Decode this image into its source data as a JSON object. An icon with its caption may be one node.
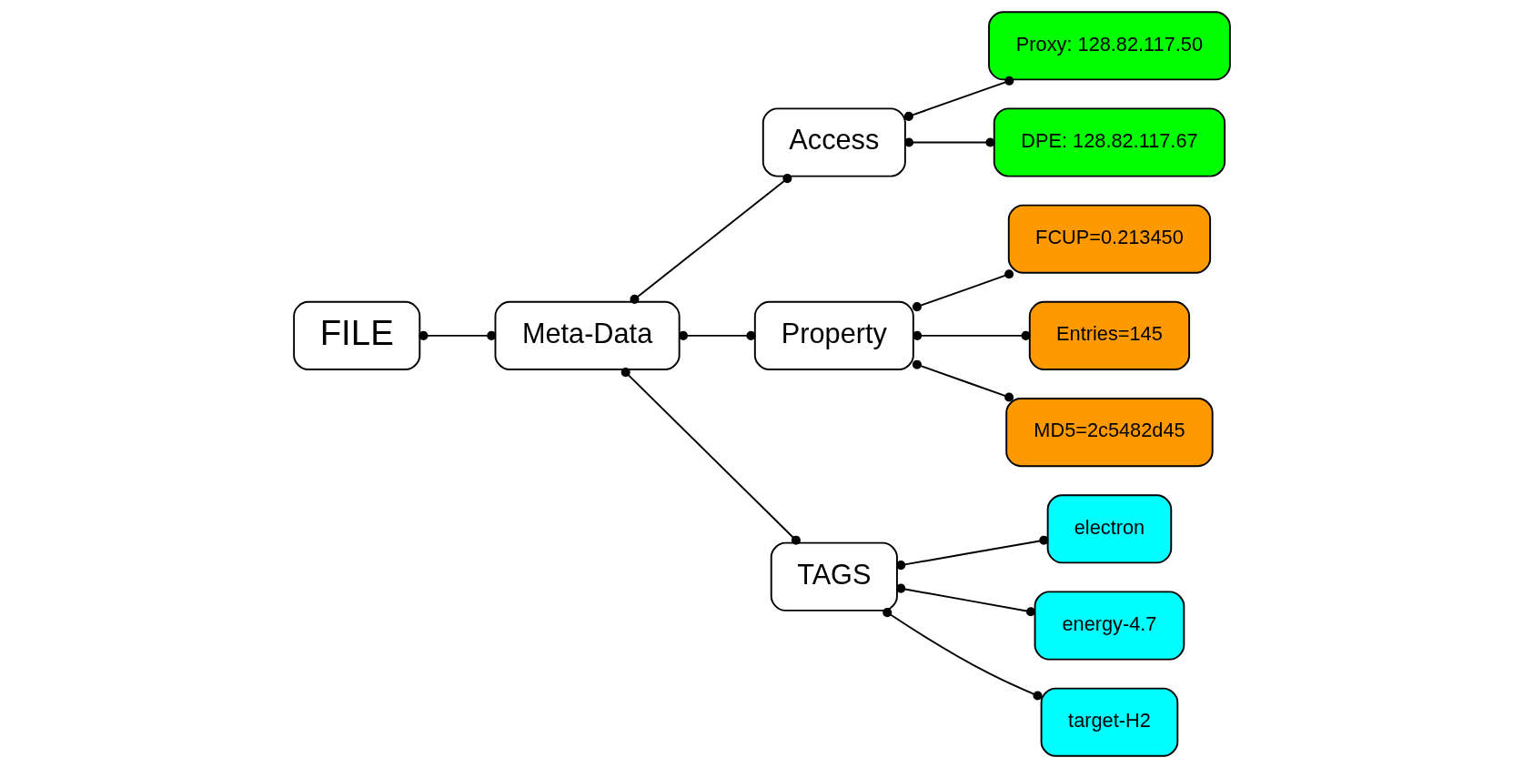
{
  "diagram": {
    "nodes": [
      {
        "text": [
          "FILE"
        ]
      },
      {
        "text": [
          "Meta-Data"
        ]
      },
      {
        "text": [
          "Access"
        ]
      },
      {
        "text": [
          "Proxy: 128.82.117.50"
        ]
      },
      {
        "text": [
          "DPE: 128.82.117.67"
        ]
      },
      {
        "text": [
          "Property"
        ]
      },
      {
        "text": [
          "TAGS"
        ]
      },
      {
        "text": [
          "electron"
        ]
      },
      {
        "text": [
          "energy-4.7"
        ]
      },
      {
        "text": [
          "target-H2"
        ]
      },
      {
        "text": [
          "FCUP=0.213450"
        ]
      },
      {
        "text": [
          "Entries=145"
        ]
      },
      {
        "text": [
          "MD5=2c5482d45"
        ]
      }
    ],
    "edges": [
      {
        "from": 0,
        "to": 1,
        "arrow": "other"
      },
      {
        "from": 1,
        "to": 2,
        "arrow": "other"
      },
      {
        "from": 2,
        "to": 3,
        "arrow": "other"
      },
      {
        "from": 2,
        "to": 4,
        "arrow": "other"
      },
      {
        "from": 1,
        "to": 5,
        "arrow": "other"
      },
      {
        "from": 1,
        "to": 6,
        "arrow": "other"
      },
      {
        "from": 6,
        "to": 7,
        "arrow": "other"
      },
      {
        "from": 6,
        "to": 8,
        "arrow": "other"
      },
      {
        "from": 6,
        "to": 9,
        "arrow": "other"
      },
      {
        "from": 5,
        "to": 10,
        "arrow": "other"
      },
      {
        "from": 5,
        "to": 11,
        "arrow": "other"
      },
      {
        "from": 5,
        "to": 12,
        "arrow": "other"
      }
    ]
  }
}
